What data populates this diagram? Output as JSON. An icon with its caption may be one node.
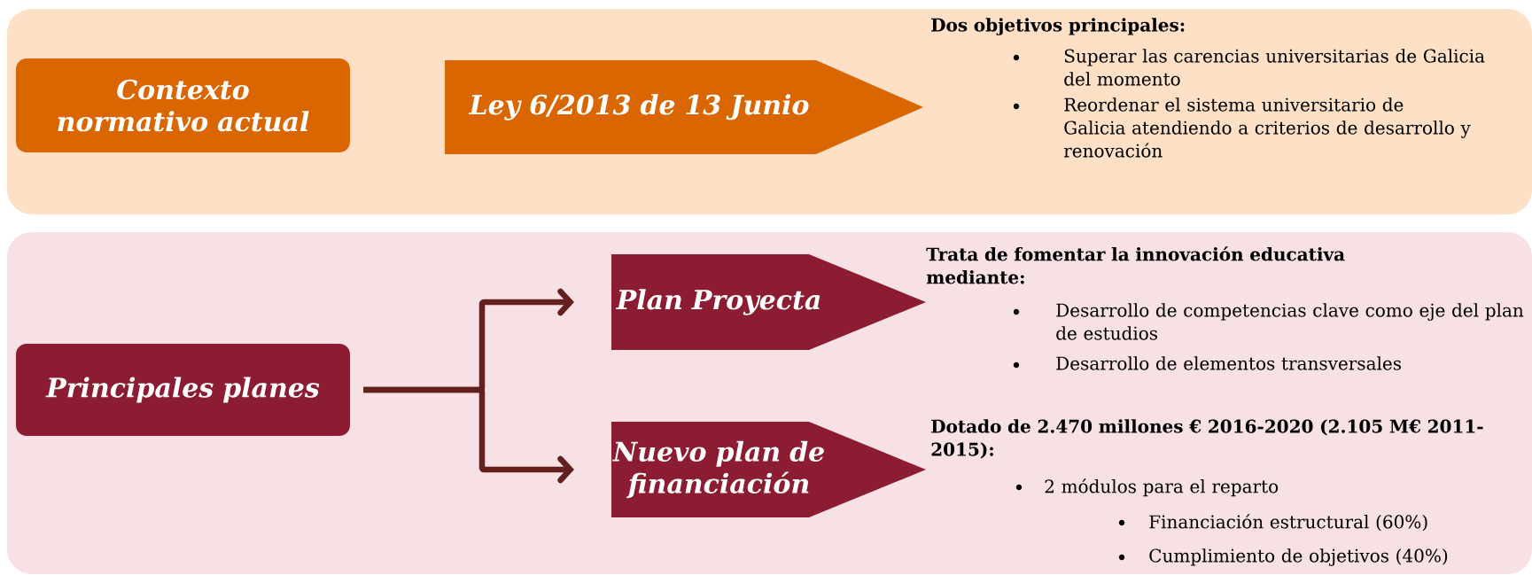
{
  "diagram": {
    "nodes": [
      {
        "text": [],
        "shape": "box"
      },
      {
        "text": [
          "Contexto normativo actual"
        ],
        "in": 0
      },
      {
        "text": [
          "Ley 6/2013 de 13 Junio"
        ],
        "in": 0,
        "beside": [
          "Dos objetivos principales:",
          "Superar las carencias universitarias de Galicia del momento",
          "Reordenar el sistema universitario de Galicia atendiendo a criterios de desarrollo y renovación"
        ]
      },
      {
        "text": [],
        "shape": "box"
      },
      {
        "text": [
          "Principales planes"
        ],
        "in": 3
      },
      {
        "text": [
          "Plan Proyecta"
        ],
        "in": 3,
        "beside": [
          "Trata de fomentar la innovación educativa mediante:",
          "Desarrollo de competencias clave como eje del plan de estudios",
          "Desarrollo de elementos transversales"
        ]
      },
      {
        "text": [
          "Nuevo plan de financiación"
        ],
        "in": 3,
        "beside": [
          "Dotado de 2.470 millones € 2016-2020 (2.105 M€ 2011-2015):",
          "2 módulos para el reparto",
          "Financiación estructural (60%)",
          "Cumplimiento de objetivos (40%)"
        ]
      }
    ],
    "edges": [
      {
        "from": 4,
        "to": 5,
        "arrow": "to"
      },
      {
        "from": 4,
        "to": 6,
        "arrow": "to"
      }
    ]
  }
}
